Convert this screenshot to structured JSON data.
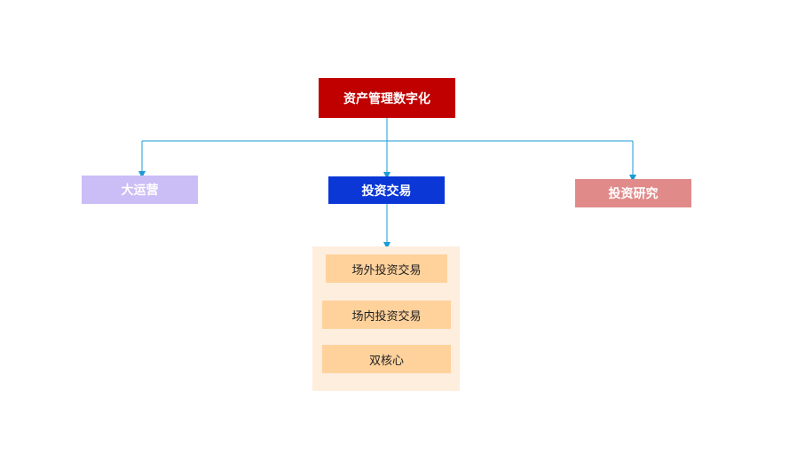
{
  "diagram": {
    "root": {
      "label": "资产管理数字化"
    },
    "branches": [
      {
        "label": "大运营",
        "color": "#cbbdf6"
      },
      {
        "label": "投资交易",
        "color": "#0a37d6"
      },
      {
        "label": "投资研究",
        "color": "#e08a8a"
      }
    ],
    "subitems": [
      {
        "label": "场外投资交易"
      },
      {
        "label": "场内投资交易"
      },
      {
        "label": "双核心"
      }
    ],
    "colors": {
      "root": "#c00000",
      "connector": "#1b9ad6",
      "group_background": "#fdeede",
      "subitem": "#ffd29c"
    }
  }
}
